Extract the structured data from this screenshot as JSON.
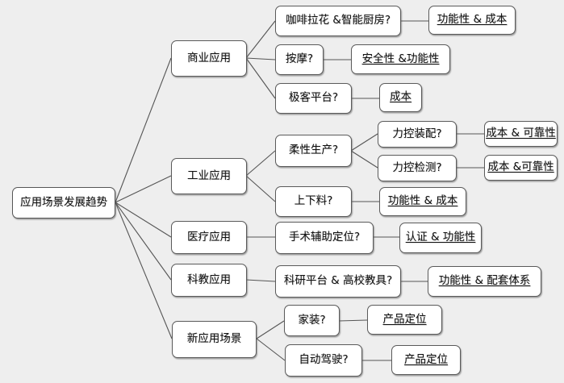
{
  "diagram": {
    "title": "应用场景发展趋势",
    "type": "mindmap",
    "background_color": "#eeeeee",
    "node_fill": "#ffffff",
    "node_border": "#5a5a5a",
    "edge_color": "#555555"
  },
  "root": {
    "label": "应用场景发展趋势"
  },
  "branches": [
    {
      "label": "商业应用",
      "children": [
        {
          "label": "咖啡拉花 &智能厨房?",
          "leaf": "功能性 & 成本"
        },
        {
          "label": "按摩?",
          "leaf": "安全性 &功能性"
        },
        {
          "label": "极客平台?",
          "leaf": "成本"
        }
      ]
    },
    {
      "label": "工业应用",
      "children": [
        {
          "label": "柔性生产?",
          "subchildren": [
            {
              "label": "力控装配?",
              "leaf": "成本 & 可靠性"
            },
            {
              "label": "力控检测?",
              "leaf": "成本 &可靠性"
            }
          ]
        },
        {
          "label": "上下料?",
          "leaf": "功能性 & 成本"
        }
      ]
    },
    {
      "label": "医疗应用",
      "children": [
        {
          "label": "手术辅助定位?",
          "leaf": "认证 & 功能性"
        }
      ]
    },
    {
      "label": "科教应用",
      "children": [
        {
          "label": "科研平台 & 高校教具?",
          "leaf": "功能性 & 配套体系"
        }
      ]
    },
    {
      "label": "新应用场景",
      "children": [
        {
          "label": "家装?",
          "leaf": "产品定位"
        },
        {
          "label": "自动驾驶?",
          "leaf": "产品定位"
        }
      ]
    }
  ]
}
